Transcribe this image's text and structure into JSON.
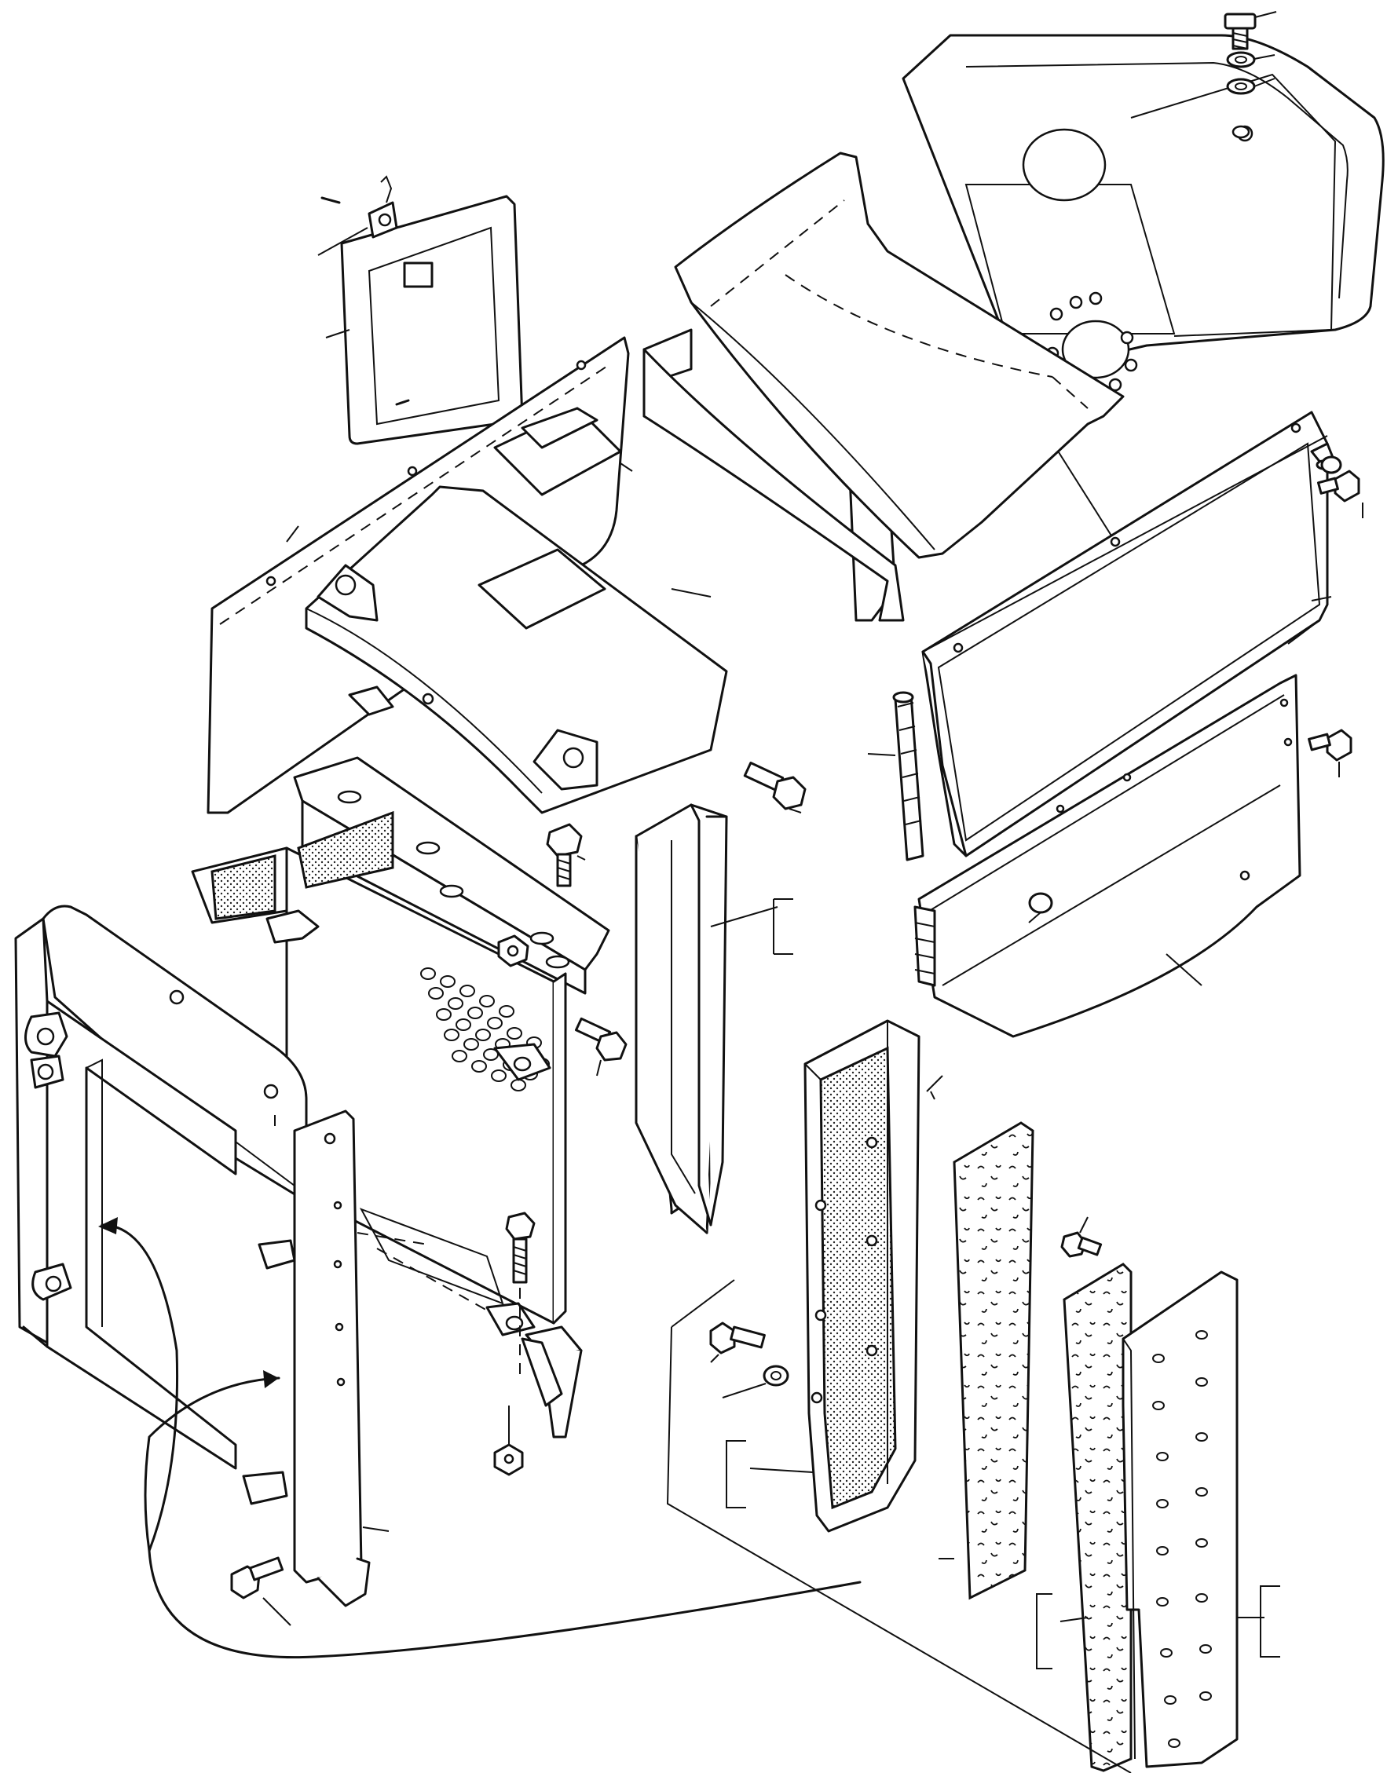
{
  "figure": {
    "type": "exploded-parts-diagram",
    "labels": []
  },
  "parts": [
    "hood-top-cover",
    "hood-top-bolt",
    "hood-top-washer",
    "inspection-door",
    "door-latch",
    "left-side-panel",
    "latch-bracket",
    "radiator-top-cover",
    "right-side-panel",
    "right-lower-panel",
    "rubber-seal-strip",
    "center-plate",
    "radiator-shroud",
    "radiator-grille",
    "air-duct",
    "stippled-guard",
    "foam-pad-1",
    "foam-pad-2",
    "perforated-grille-plate",
    "hex-bolts",
    "nuts",
    "washers"
  ]
}
